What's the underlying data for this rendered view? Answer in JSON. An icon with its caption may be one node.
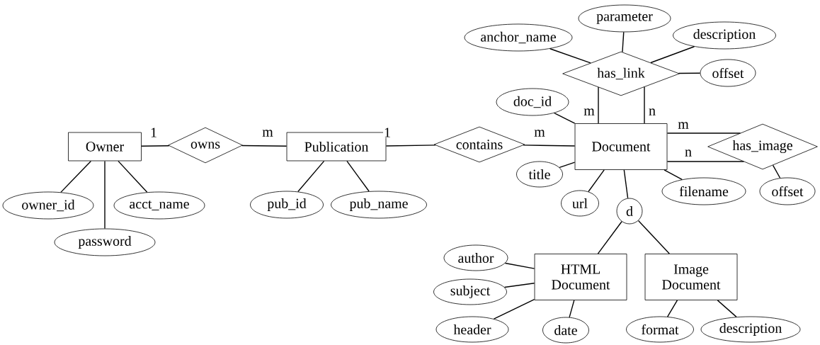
{
  "diagram": {
    "nodes": [
      {
        "text": [
          "Owner"
        ]
      },
      {
        "text": [
          "owns"
        ]
      },
      {
        "text": [
          "Publication"
        ]
      },
      {
        "text": [
          "contains"
        ]
      },
      {
        "text": [
          "Document"
        ]
      },
      {
        "text": [
          "has_link"
        ]
      },
      {
        "text": [
          "has_image"
        ]
      },
      {
        "text": [
          "owner_id"
        ]
      },
      {
        "text": [
          "password"
        ]
      },
      {
        "text": [
          "acct_name"
        ]
      },
      {
        "text": [
          "pub_id"
        ]
      },
      {
        "text": [
          "pub_name"
        ]
      },
      {
        "text": [
          "anchor_name"
        ]
      },
      {
        "text": [
          "parameter"
        ]
      },
      {
        "text": [
          "description"
        ]
      },
      {
        "text": [
          "offset"
        ]
      },
      {
        "text": [
          "doc_id"
        ]
      },
      {
        "text": [
          "title"
        ]
      },
      {
        "text": [
          "url"
        ]
      },
      {
        "text": [
          "filename"
        ]
      },
      {
        "text": [
          "offset"
        ]
      },
      {
        "text": [
          "d"
        ]
      },
      {
        "text": [
          "HTML Document"
        ]
      },
      {
        "text": [
          "Image Document"
        ]
      },
      {
        "text": [
          "author"
        ]
      },
      {
        "text": [
          "subject"
        ]
      },
      {
        "text": [
          "header"
        ]
      },
      {
        "text": [
          "date"
        ]
      },
      {
        "text": [
          "format"
        ]
      },
      {
        "text": [
          "description"
        ]
      }
    ],
    "edges": [
      {
        "from": 0,
        "to": 1,
        "arrow": "none",
        "label": "1"
      },
      {
        "from": 1,
        "to": 2,
        "arrow": "none",
        "label": "m"
      },
      {
        "from": 2,
        "to": 3,
        "arrow": "none",
        "label": "1"
      },
      {
        "from": 3,
        "to": 4,
        "arrow": "none",
        "label": "m"
      },
      {
        "from": 4,
        "to": 5,
        "arrow": "none",
        "label": "m"
      },
      {
        "from": 4,
        "to": 5,
        "arrow": "none",
        "label": "n"
      },
      {
        "from": 4,
        "to": 6,
        "arrow": "none",
        "label": "m"
      },
      {
        "from": 4,
        "to": 6,
        "arrow": "none",
        "label": "n"
      },
      {
        "from": 0,
        "to": 7,
        "arrow": "none"
      },
      {
        "from": 0,
        "to": 8,
        "arrow": "none"
      },
      {
        "from": 0,
        "to": 9,
        "arrow": "none"
      },
      {
        "from": 2,
        "to": 10,
        "arrow": "none"
      },
      {
        "from": 2,
        "to": 11,
        "arrow": "none"
      },
      {
        "from": 5,
        "to": 12,
        "arrow": "none"
      },
      {
        "from": 5,
        "to": 13,
        "arrow": "none"
      },
      {
        "from": 5,
        "to": 14,
        "arrow": "none"
      },
      {
        "from": 5,
        "to": 15,
        "arrow": "none"
      },
      {
        "from": 4,
        "to": 16,
        "arrow": "none"
      },
      {
        "from": 4,
        "to": 17,
        "arrow": "none"
      },
      {
        "from": 4,
        "to": 18,
        "arrow": "none"
      },
      {
        "from": 4,
        "to": 19,
        "arrow": "none"
      },
      {
        "from": 6,
        "to": 20,
        "arrow": "none"
      },
      {
        "from": 4,
        "to": 21,
        "arrow": "none"
      },
      {
        "from": 21,
        "to": 22,
        "arrow": "none"
      },
      {
        "from": 21,
        "to": 23,
        "arrow": "none"
      },
      {
        "from": 22,
        "to": 24,
        "arrow": "none"
      },
      {
        "from": 22,
        "to": 25,
        "arrow": "none"
      },
      {
        "from": 22,
        "to": 26,
        "arrow": "none"
      },
      {
        "from": 22,
        "to": 27,
        "arrow": "none"
      },
      {
        "from": 23,
        "to": 28,
        "arrow": "none"
      },
      {
        "from": 23,
        "to": 29,
        "arrow": "none"
      }
    ]
  }
}
